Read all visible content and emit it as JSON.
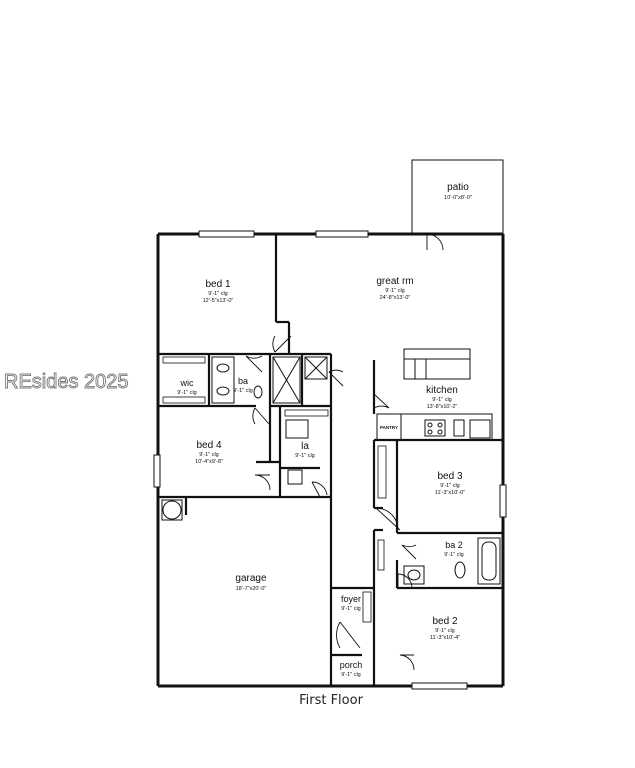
{
  "plan": {
    "caption": "First Floor",
    "watermark": "REsides 2025",
    "rooms": {
      "patio": {
        "name": "patio",
        "dims": "10'-0\"x8'-0\""
      },
      "bed1": {
        "name": "bed 1",
        "ceiling": "9'-1\" clg",
        "dims": "12'-5\"x13'-0\""
      },
      "greatrm": {
        "name": "great rm",
        "ceiling": "9'-1\" clg",
        "dims": "24'-8\"x13'-0\""
      },
      "wic": {
        "name": "wic",
        "ceiling": "9'-1\" clg"
      },
      "ba": {
        "name": "ba",
        "ceiling": "9'-1\" clg"
      },
      "kitchen": {
        "name": "kitchen",
        "ceiling": "9'-1\" clg",
        "dims": "13'-8\"x10'-2\""
      },
      "pantry": {
        "name": "PANTRY"
      },
      "bed4": {
        "name": "bed 4",
        "ceiling": "9'-1\" clg",
        "dims": "10'-4\"x9'-8\""
      },
      "la": {
        "name": "la",
        "ceiling": "9'-1\" clg"
      },
      "bed3": {
        "name": "bed 3",
        "ceiling": "9'-1\" clg",
        "dims": "11'-3\"x10'-0\""
      },
      "ba2": {
        "name": "ba 2",
        "ceiling": "9'-1\" clg"
      },
      "garage": {
        "name": "garage",
        "dims": "18'-7\"x20'-0\""
      },
      "foyer": {
        "name": "foyer",
        "ceiling": "9'-1\" clg"
      },
      "bed2": {
        "name": "bed 2",
        "ceiling": "9'-1\" clg",
        "dims": "11'-3\"x10'-4\""
      },
      "porch": {
        "name": "porch",
        "ceiling": "9'-1\" clg"
      }
    }
  }
}
